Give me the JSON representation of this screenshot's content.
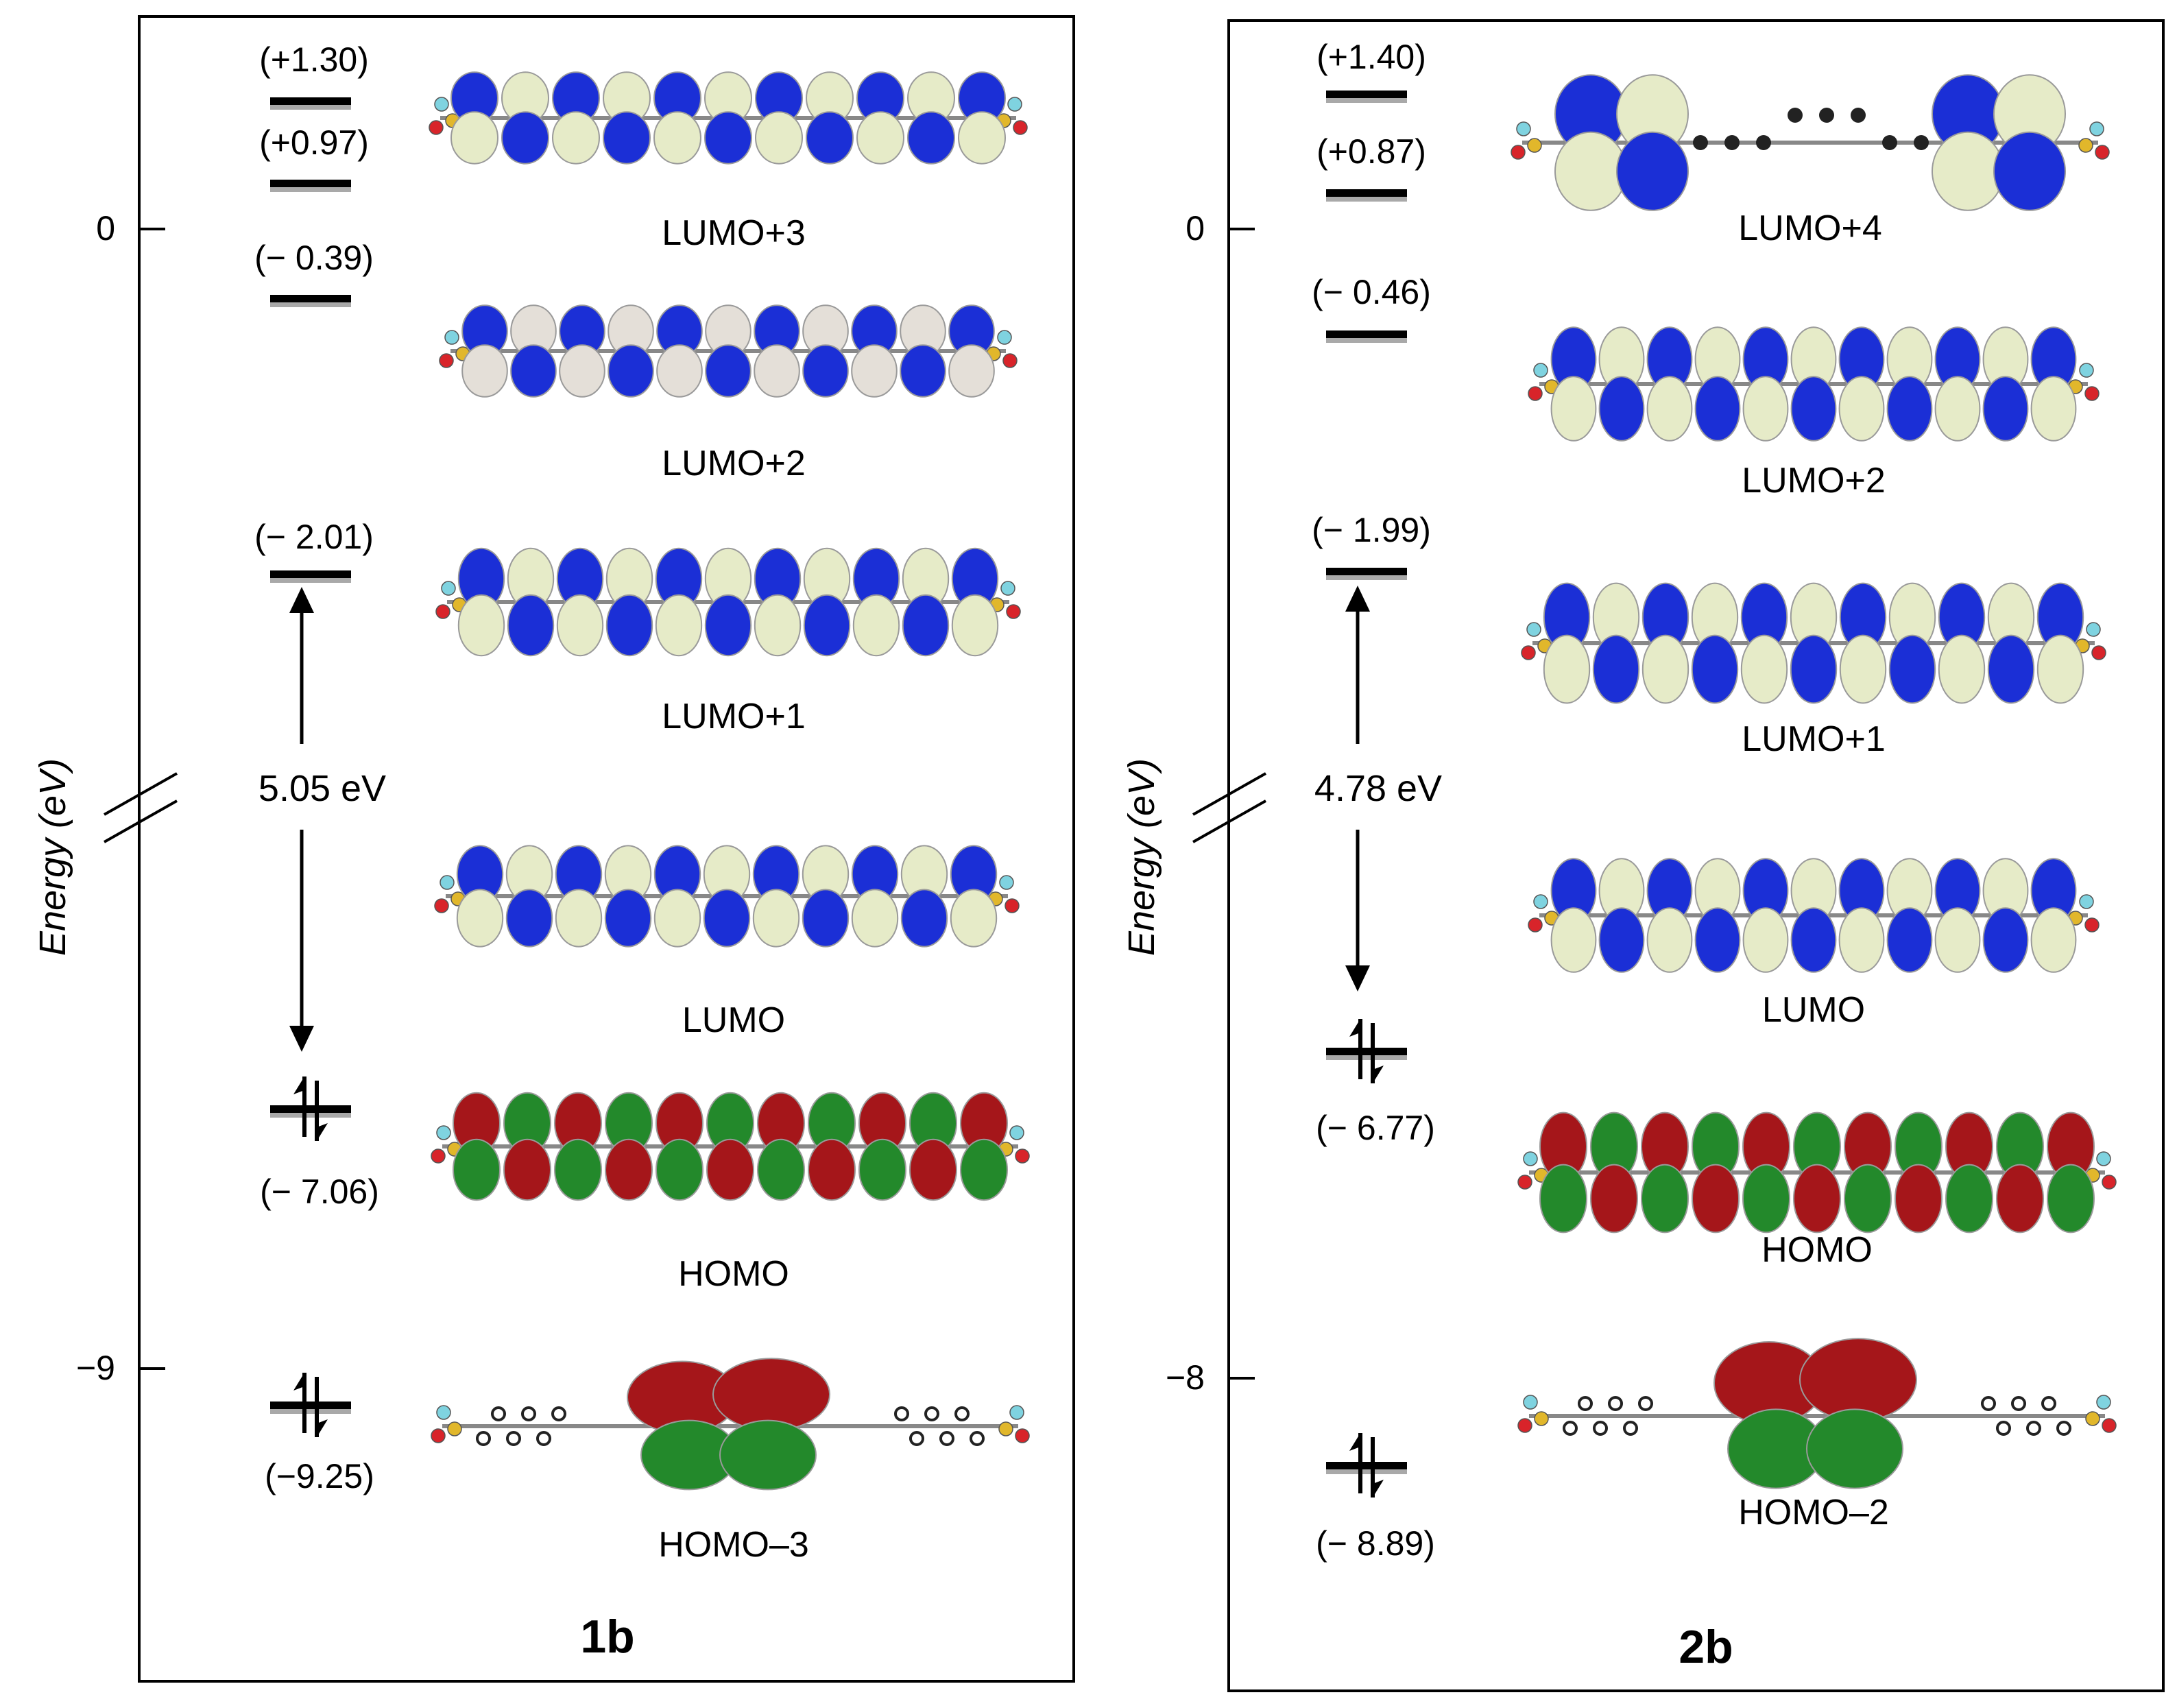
{
  "axis_title": "Energy (eV)",
  "panels": [
    {
      "id": "1b",
      "title": "1b",
      "ticks": [
        {
          "value": 0,
          "label": "0"
        },
        {
          "value": -9,
          "label": "−9"
        }
      ],
      "gap": {
        "label": "5.05 eV",
        "from": "HOMO",
        "to": "LUMO"
      },
      "levels": [
        {
          "label": "(+1.30)",
          "occupied": false,
          "label_pos": "above"
        },
        {
          "label": "(+0.97)",
          "occupied": false,
          "label_pos": "above"
        },
        {
          "label": "(− 0.39)",
          "occupied": false,
          "label_pos": "above"
        },
        {
          "label": "(− 2.01)",
          "occupied": false,
          "label_pos": "above",
          "gap_end": "LUMO"
        },
        {
          "label": "(− 7.06)",
          "occupied": true,
          "label_pos": "below",
          "gap_end": "HOMO"
        },
        {
          "label": "(−9.25)",
          "occupied": true,
          "label_pos": "below"
        }
      ],
      "orbitals": [
        {
          "label": "LUMO+3",
          "colors": [
            "#1b2fd6",
            "#e6ebc8"
          ],
          "style": "chain"
        },
        {
          "label": "LUMO+2",
          "colors": [
            "#1b2fd6",
            "#e4dfd8"
          ],
          "style": "chain"
        },
        {
          "label": "LUMO+1",
          "colors": [
            "#1b2fd6",
            "#e6ebc8"
          ],
          "style": "chain"
        },
        {
          "label": "LUMO",
          "colors": [
            "#1b2fd6",
            "#e6ebc8"
          ],
          "style": "chain"
        },
        {
          "label": "HOMO",
          "colors": [
            "#a5161a",
            "#23892b"
          ],
          "style": "chain"
        },
        {
          "label": "HOMO–3",
          "colors": [
            "#a5161a",
            "#23892b"
          ],
          "style": "center"
        }
      ]
    },
    {
      "id": "2b",
      "title": "2b",
      "ticks": [
        {
          "value": 0,
          "label": "0"
        },
        {
          "value": -8,
          "label": "−8"
        }
      ],
      "gap": {
        "label": "4.78 eV",
        "from": "HOMO",
        "to": "LUMO"
      },
      "levels": [
        {
          "label": "(+1.40)",
          "occupied": false,
          "label_pos": "above"
        },
        {
          "label": "(+0.87)",
          "occupied": false,
          "label_pos": "above"
        },
        {
          "label": "(− 0.46)",
          "occupied": false,
          "label_pos": "above"
        },
        {
          "label": "(− 1.99)",
          "occupied": false,
          "label_pos": "above",
          "gap_end": "LUMO"
        },
        {
          "label": "(− 6.77)",
          "occupied": true,
          "label_pos": "below",
          "gap_end": "HOMO"
        },
        {
          "label": "(− 8.89)",
          "occupied": true,
          "label_pos": "below"
        }
      ],
      "orbitals": [
        {
          "label": "LUMO+4",
          "colors": [
            "#1b2fd6",
            "#e6ebc8"
          ],
          "style": "ends"
        },
        {
          "label": "LUMO+2",
          "colors": [
            "#1b2fd6",
            "#e6ebc8"
          ],
          "style": "chain"
        },
        {
          "label": "LUMO+1",
          "colors": [
            "#1b2fd6",
            "#e6ebc8"
          ],
          "style": "chain"
        },
        {
          "label": "LUMO",
          "colors": [
            "#1b2fd6",
            "#e6ebc8"
          ],
          "style": "chain"
        },
        {
          "label": "HOMO",
          "colors": [
            "#a5161a",
            "#23892b"
          ],
          "style": "chain"
        },
        {
          "label": "HOMO–2",
          "colors": [
            "#a5161a",
            "#23892b"
          ],
          "style": "center"
        }
      ]
    }
  ]
}
